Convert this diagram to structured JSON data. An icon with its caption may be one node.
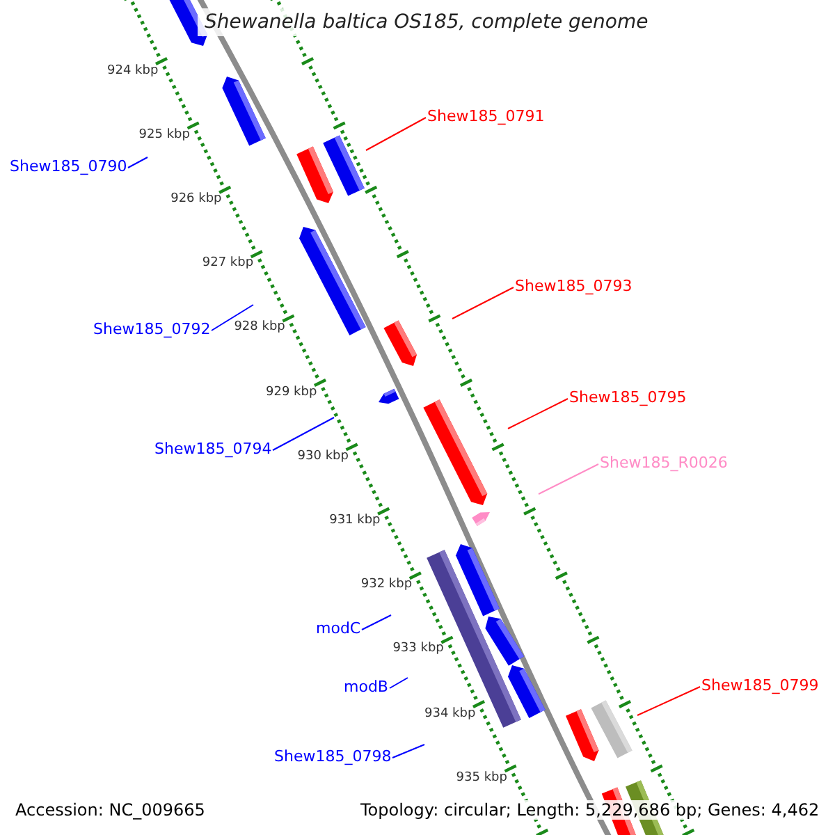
{
  "diagram": {
    "title": "Shewanella baltica OS185, complete genome",
    "nodes": [
      {
        "text": [
          "Shew185_0791"
        ]
      },
      {
        "text": [
          "Shew185_0790"
        ]
      },
      {
        "text": [
          "Shew185_0793"
        ]
      },
      {
        "text": [
          "Shew185_0792"
        ]
      },
      {
        "text": [
          "Shew185_0795"
        ]
      },
      {
        "text": [
          "Shew185_0794"
        ]
      },
      {
        "text": [
          "Shew185_R0026"
        ]
      },
      {
        "text": [
          "modC"
        ]
      },
      {
        "text": [
          "modB"
        ]
      },
      {
        "text": [
          "Shew185_0799"
        ]
      },
      {
        "text": [
          "Shew185_0798"
        ]
      }
    ],
    "edges": [
      {
        "from": 0,
        "to": null,
        "arrow": "none",
        "color": "#ff0000"
      },
      {
        "from": 1,
        "to": null,
        "arrow": "none"
      },
      {
        "from": 2,
        "to": null,
        "arrow": "none",
        "color": "#ff0000"
      },
      {
        "from": 3,
        "to": null,
        "arrow": "none"
      },
      {
        "from": 4,
        "to": null,
        "arrow": "none",
        "color": "#ff0000"
      },
      {
        "from": 5,
        "to": null,
        "arrow": "none"
      },
      {
        "from": 6,
        "to": null,
        "arrow": "none",
        "color": "#ff8cc6"
      },
      {
        "from": 7,
        "to": null,
        "arrow": "none"
      },
      {
        "from": 8,
        "to": null,
        "arrow": "none"
      },
      {
        "from": 9,
        "to": null,
        "arrow": "none",
        "color": "#ff0000"
      },
      {
        "from": 10,
        "to": null,
        "arrow": "none"
      }
    ],
    "labels": [
      "924 kbp",
      "925 kbp",
      "926 kbp",
      "927 kbp",
      "928 kbp",
      "929 kbp",
      "930 kbp",
      "931 kbp",
      "932 kbp",
      "933 kbp",
      "934 kbp",
      "935 kbp",
      "Accession: NC_009665",
      "Topology: circular; Length: 5,229,686 bp; Genes: 4,462"
    ]
  }
}
